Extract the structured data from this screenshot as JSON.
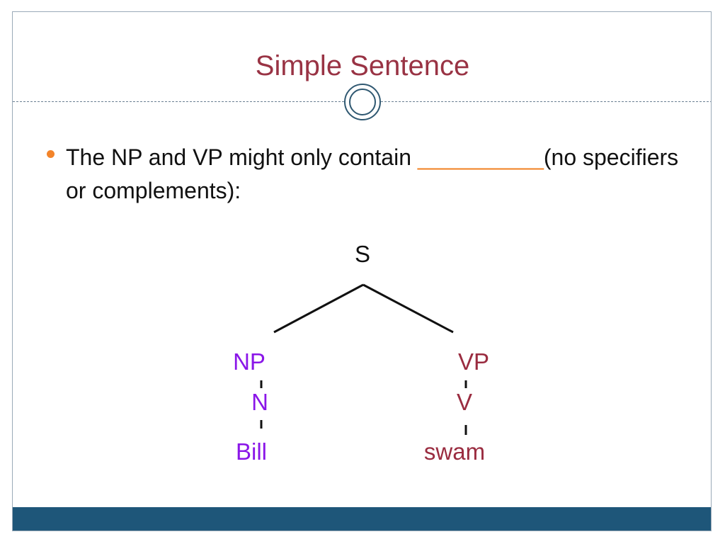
{
  "slide": {
    "title": "Simple Sentence",
    "bullet": {
      "lead": "The NP and VP might only contain ",
      "blank": "__________",
      "trail": "(no specifiers or complements):"
    }
  },
  "tree": {
    "root": "S",
    "left": {
      "phrase": "NP",
      "head": "N",
      "word": "Bill"
    },
    "right": {
      "phrase": "VP",
      "head": "V",
      "word": "swam"
    }
  },
  "colors": {
    "title": "#993344",
    "bullet": "#f3842a",
    "blank": "#f07f1f",
    "np_branch": "#8a16e8",
    "vp_branch": "#9a2c40",
    "footer": "#1e5679",
    "ornament": "#2f5871"
  }
}
